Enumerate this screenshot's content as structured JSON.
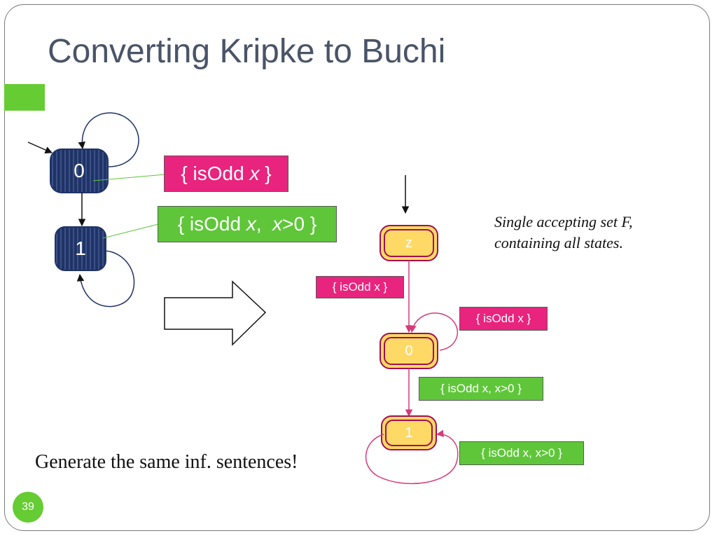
{
  "slide": {
    "title": "Converting Kripke to Buchi",
    "page_number": "39",
    "accent_color": "#66cc33",
    "title_color": "#4a5468"
  },
  "kripke": {
    "states": [
      {
        "id": "state0",
        "label": "0",
        "initial": true,
        "self_loop": true
      },
      {
        "id": "state1",
        "label": "1",
        "initial": false,
        "self_loop": true
      }
    ],
    "labels": [
      {
        "state": "0",
        "prefix": "{ isOdd ",
        "var": "x",
        "suffix": " }",
        "color": "#e8247e"
      },
      {
        "state": "1",
        "prefix": "{ isOdd ",
        "var1": "x",
        "mid": ",  ",
        "var2": "x",
        "rest": ">0 }",
        "color": "#5fc63a"
      }
    ],
    "state_color": "#1f3366"
  },
  "buchi": {
    "states": [
      {
        "id": "z",
        "label": "z",
        "initial": true
      },
      {
        "id": "0",
        "label": "0",
        "initial": false
      },
      {
        "id": "1",
        "label": "1",
        "initial": false
      }
    ],
    "transitions": [
      {
        "from": "z",
        "to": "0",
        "label": "{ isOdd x }",
        "color": "#e8247e"
      },
      {
        "from": "0",
        "to": "0",
        "label": "{ isOdd x }",
        "color": "#e8247e"
      },
      {
        "from": "0",
        "to": "1",
        "label": "{ isOdd x, x>0 }",
        "color": "#5fc63a"
      },
      {
        "from": "1",
        "to": "1",
        "label": "{ isOdd x, x>0 }",
        "color": "#5fc63a"
      }
    ],
    "state_fill": "#ffd966",
    "state_border": "#a01050"
  },
  "note": {
    "line1": "Single accepting set F,",
    "line2": "containing all states."
  },
  "footer_text": "Generate the same inf. sentences!"
}
